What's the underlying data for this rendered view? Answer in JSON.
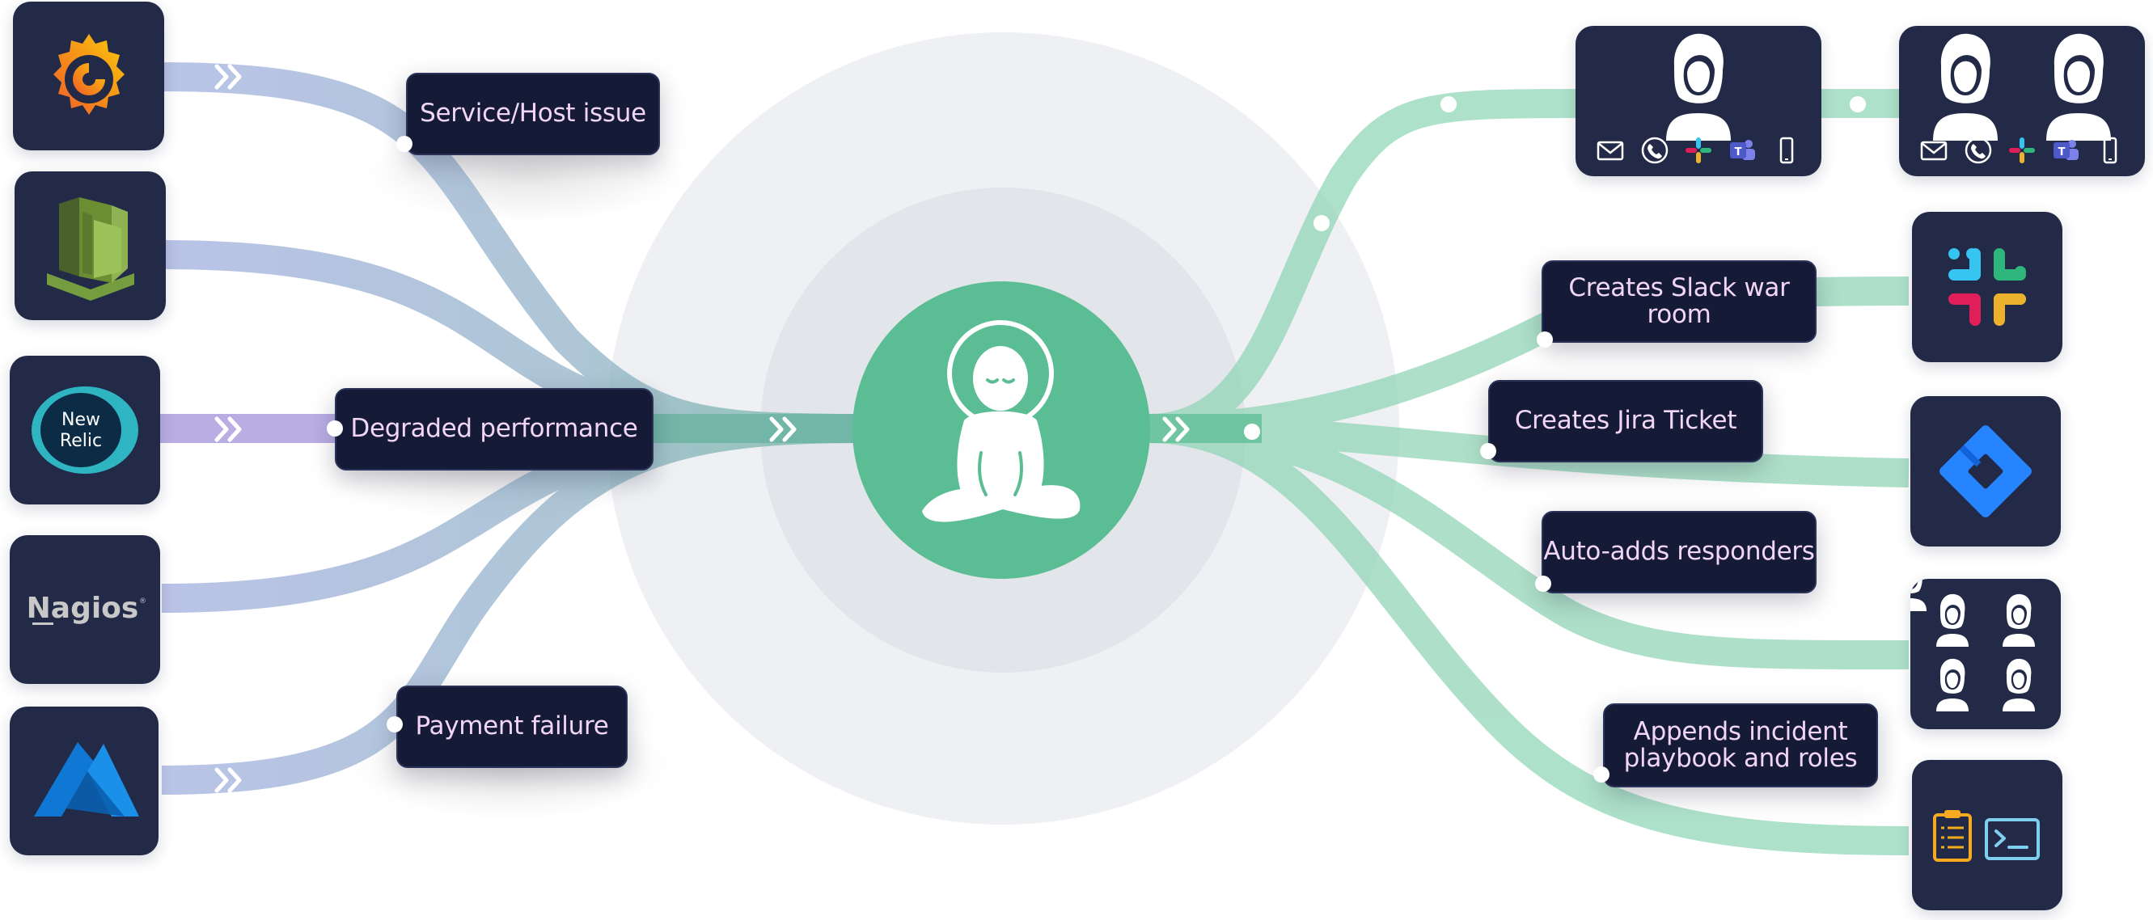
{
  "sources": [
    {
      "name": "grafana",
      "icon": "grafana-icon"
    },
    {
      "name": "aws-cloudwatch",
      "icon": "aws-cloudwatch-icon"
    },
    {
      "name": "new-relic",
      "icon": "new-relic-icon",
      "text": [
        "New",
        "Relic"
      ]
    },
    {
      "name": "nagios",
      "icon": "nagios-icon",
      "text": "Nagios"
    },
    {
      "name": "azure",
      "icon": "azure-icon"
    }
  ],
  "events": {
    "service_host": "Service/Host issue",
    "degraded": "Degraded performance",
    "payment": "Payment failure"
  },
  "actions": {
    "slack_war_room": "Creates Slack war room",
    "jira_ticket": "Creates Jira Ticket",
    "auto_adds": "Auto-adds responders",
    "appends_line1": "Appends incident",
    "appends_line2": "playbook and roles"
  },
  "targets": {
    "notify_single": {
      "channels": [
        "mail-icon",
        "phone-icon",
        "slack-icon",
        "teams-icon",
        "mobile-icon"
      ]
    },
    "notify_double": {
      "channels": [
        "mail-icon",
        "phone-icon",
        "slack-icon",
        "teams-icon",
        "mobile-icon"
      ]
    },
    "slack": {
      "icon": "slack-logo-icon"
    },
    "jira": {
      "icon": "jira-logo-icon"
    },
    "responders": {
      "icon": "people-grid-icon"
    },
    "playbook": {
      "icons": [
        "clipboard-checklist-icon",
        "terminal-icon"
      ]
    }
  },
  "center": {
    "icon": "meditating-figure-icon"
  },
  "colors": {
    "tile": "#232a48",
    "label_bg": "#151b36",
    "label_text": "#f2d6f5",
    "hub": "#5bbd93",
    "left_stream": "#aab4dc",
    "left_stream_mid": "#b3a8e0",
    "right_stream": "#9fdcc2",
    "ring_outer": "#eef0f3",
    "ring_inner": "#e3e6ea"
  }
}
